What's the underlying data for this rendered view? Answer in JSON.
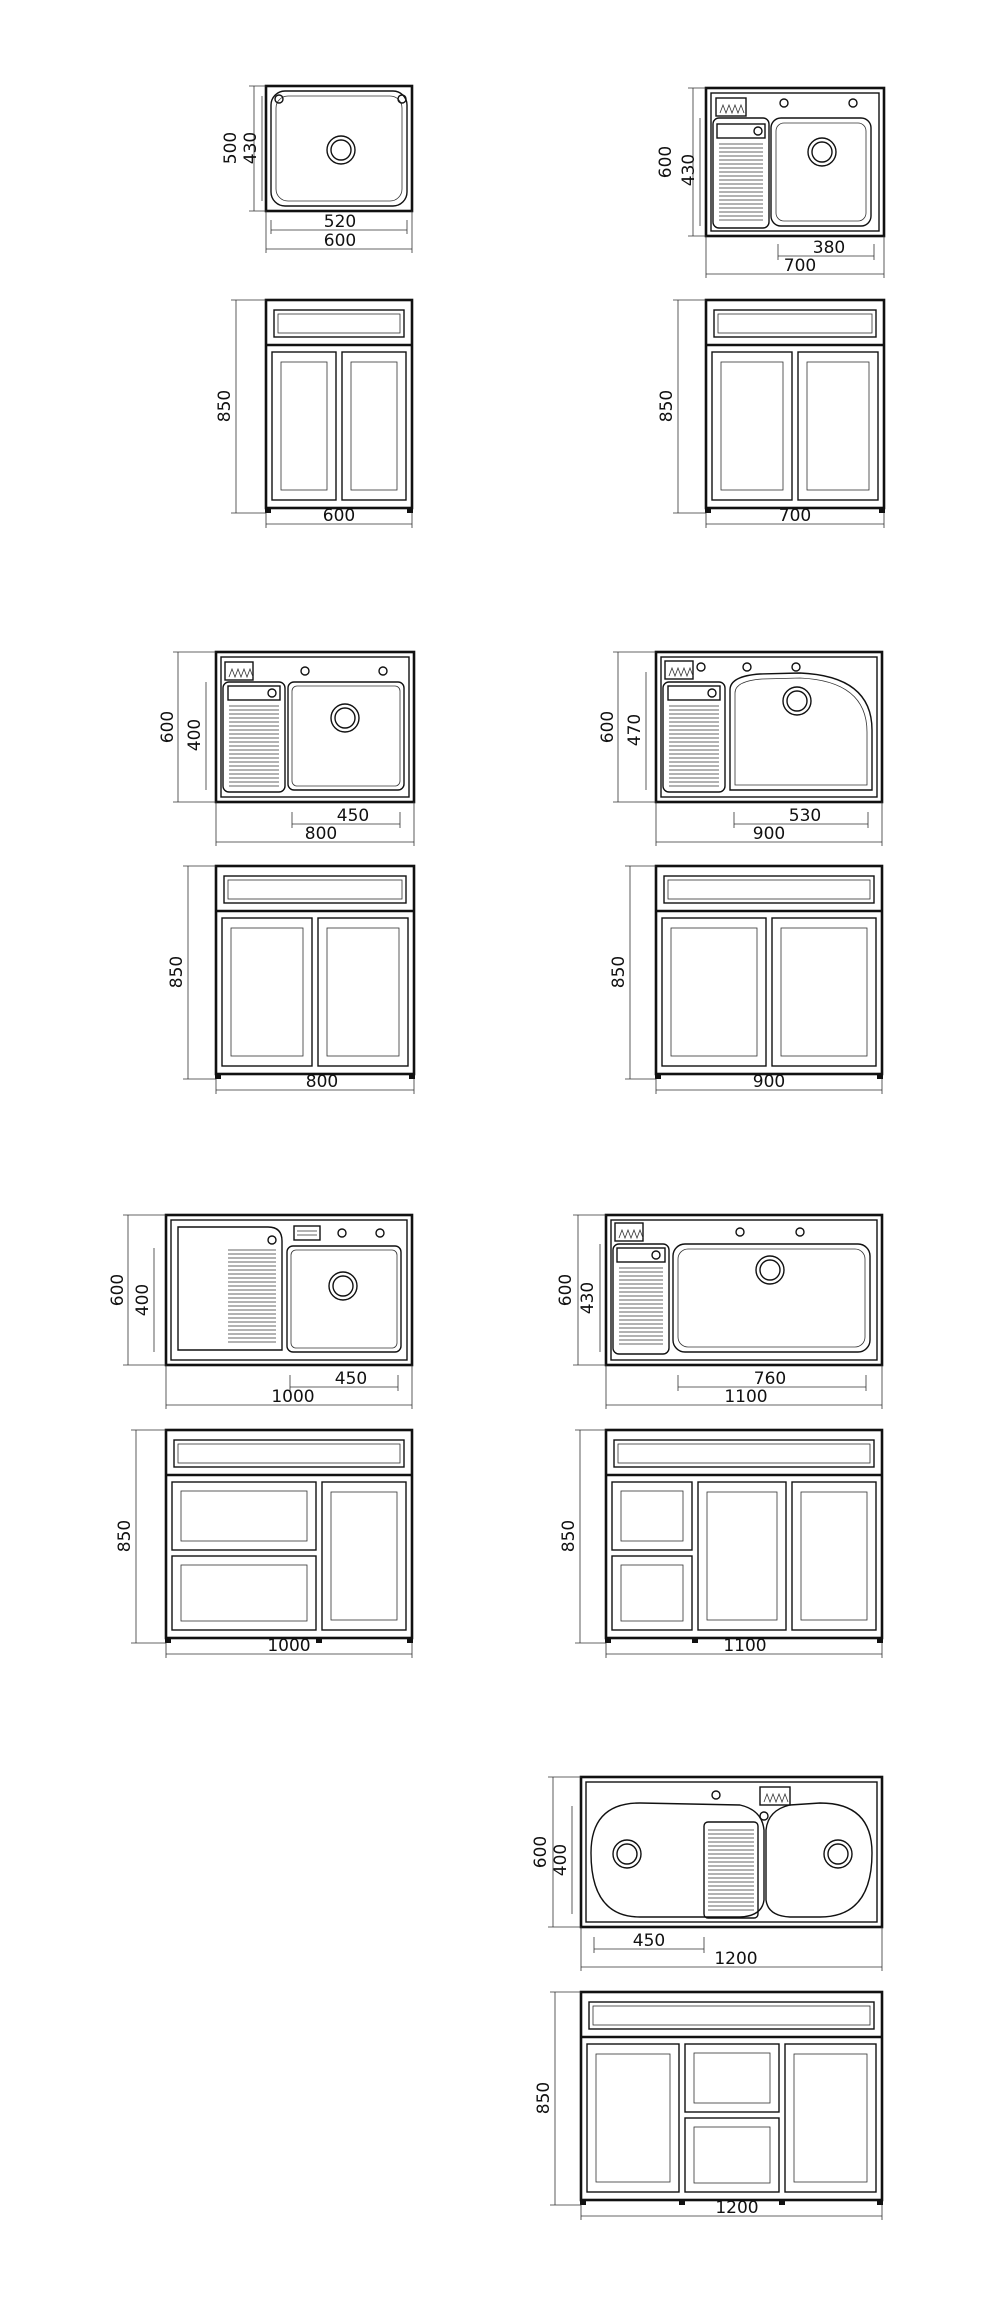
{
  "units": [
    {
      "id": "600",
      "basin": {
        "depth": "500",
        "inner_depth": "430",
        "inner_width": "520",
        "width": "600"
      },
      "cabinet": {
        "height": "850",
        "width": "600"
      }
    },
    {
      "id": "700",
      "basin": {
        "depth": "600",
        "inner_depth": "430",
        "inner_width": "380",
        "width": "700"
      },
      "cabinet": {
        "height": "850",
        "width": "700"
      }
    },
    {
      "id": "800",
      "basin": {
        "depth": "600",
        "inner_depth": "400",
        "inner_width": "450",
        "width": "800"
      },
      "cabinet": {
        "height": "850",
        "width": "800"
      }
    },
    {
      "id": "900",
      "basin": {
        "depth": "600",
        "inner_depth": "470",
        "inner_width": "530",
        "width": "900"
      },
      "cabinet": {
        "height": "850",
        "width": "900"
      }
    },
    {
      "id": "1000",
      "basin": {
        "depth": "600",
        "inner_depth": "400",
        "inner_width": "450",
        "width": "1000"
      },
      "cabinet": {
        "height": "850",
        "width": "1000"
      }
    },
    {
      "id": "1100",
      "basin": {
        "depth": "600",
        "inner_depth": "430",
        "inner_width": "760",
        "width": "1100"
      },
      "cabinet": {
        "height": "850",
        "width": "1100"
      }
    },
    {
      "id": "1200",
      "basin": {
        "depth": "600",
        "inner_depth": "400",
        "inner_width": "450",
        "width": "1200"
      },
      "cabinet": {
        "height": "850",
        "width": "1200"
      }
    }
  ]
}
